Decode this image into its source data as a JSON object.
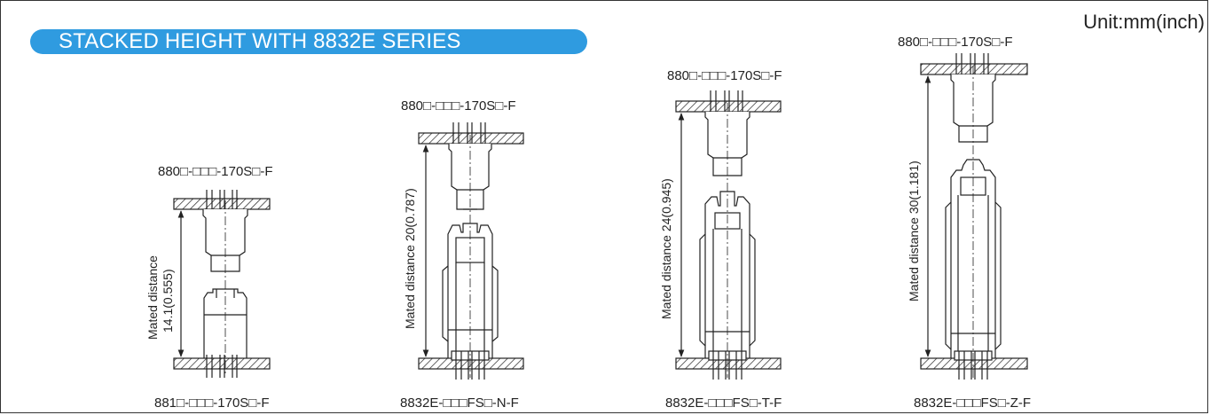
{
  "title": "STACKED HEIGHT  WITH 8832E SERIES",
  "unit": "Unit:mm(inch)",
  "colors": {
    "accent": "#2f9be0",
    "line": "#222222"
  },
  "configurations": [
    {
      "top_part": "880□-□□□-170S□-F",
      "bottom_part": "881□-□□□-170S□-F",
      "distance_label_1": "Mated distance",
      "distance_label_2": "14.1(0.555)"
    },
    {
      "top_part": "880□-□□□-170S□-F",
      "bottom_part": "8832E-□□□FS□-N-F",
      "distance_label": "Mated distance 20(0.787)"
    },
    {
      "top_part": "880□-□□□-170S□-F",
      "bottom_part": "8832E-□□□FS□-T-F",
      "distance_label": "Mated distance 24(0.945)"
    },
    {
      "top_part": "880□-□□□-170S□-F",
      "bottom_part": "8832E-□□□FS□-Z-F",
      "distance_label": "Mated distance 30(1.181)"
    }
  ]
}
